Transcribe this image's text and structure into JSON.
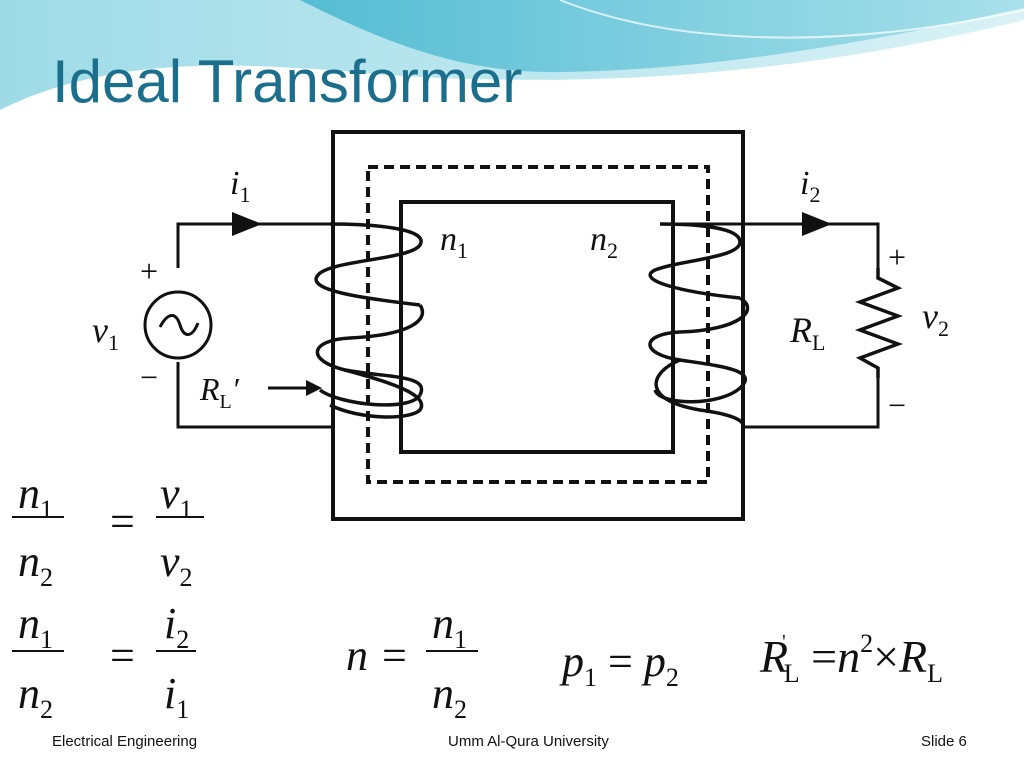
{
  "slide": {
    "title": "Ideal Transformer"
  },
  "circuit": {
    "i1": "i",
    "i1_sub": "1",
    "i2": "i",
    "i2_sub": "2",
    "n1": "n",
    "n1_sub": "1",
    "n2": "n",
    "n2_sub": "2",
    "v1": "v",
    "v1_sub": "1",
    "v2": "v",
    "v2_sub": "2",
    "rl_prime": "R",
    "rl_prime_sub": "L",
    "rl_prime_mark": "′",
    "rl": "R",
    "rl_sub": "L",
    "plus": "+",
    "minus": "−",
    "source_symbol": "~"
  },
  "equations": {
    "eq1": {
      "num": "n",
      "num_sub": "1",
      "den": "n",
      "den_sub": "2",
      "eq": "=",
      "rnum": "v",
      "rnum_sub": "1",
      "rden": "v",
      "rden_sub": "2"
    },
    "eq2": {
      "num": "n",
      "num_sub": "1",
      "den": "n",
      "den_sub": "2",
      "eq": "=",
      "rnum": "i",
      "rnum_sub": "2",
      "rden": "i",
      "rden_sub": "1"
    },
    "eq3": {
      "lhs": "n",
      "eq": "=",
      "num": "n",
      "num_sub": "1",
      "den": "n",
      "den_sub": "2"
    },
    "eq4": {
      "a": "p",
      "a_sub": "1",
      "eq": "=",
      "b": "p",
      "b_sub": "2"
    },
    "eq5": {
      "lhs": "R",
      "lhs_sup": "'",
      "lhs_sub": "L",
      "eq": "=",
      "n": "n",
      "n_sup": "2",
      "times": "×",
      "r": "R",
      "r_sub": "L"
    }
  },
  "footer": {
    "left": "Electrical Engineering",
    "center": "Umm Al-Qura University",
    "right": "Slide 6"
  },
  "colors": {
    "title": "#1b6e8c",
    "banner_dark": "#5ec3d6",
    "banner_light": "#bfe8ef"
  }
}
